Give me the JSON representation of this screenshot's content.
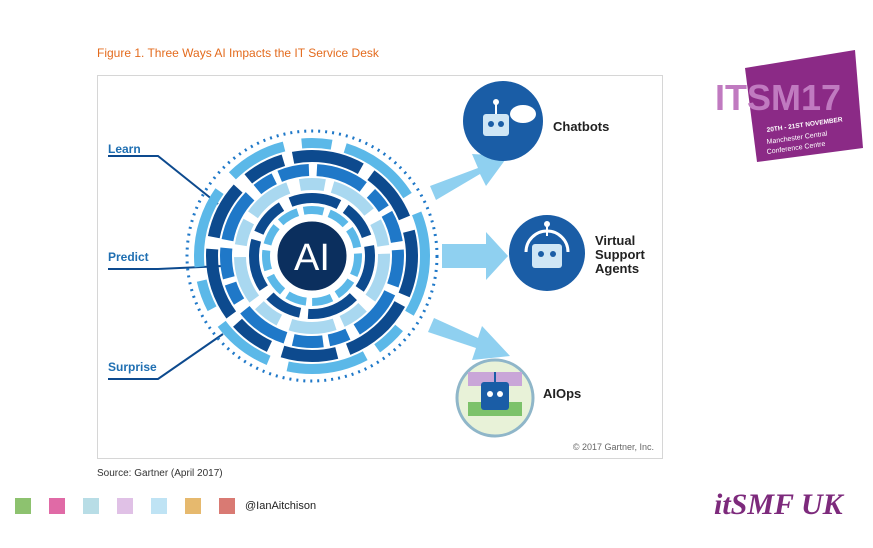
{
  "figure": {
    "title": "Figure 1. Three Ways AI Impacts the IT Service Desk",
    "center_label": "AI",
    "side_labels": [
      "Learn",
      "Predict",
      "Surprise"
    ],
    "outcomes": [
      {
        "label_lines": [
          "Chatbots"
        ],
        "icon": "chatbot-robot-icon"
      },
      {
        "label_lines": [
          "Virtual",
          "Support",
          "Agents"
        ],
        "icon": "headset-robot-icon"
      },
      {
        "label_lines": [
          "AIOps"
        ],
        "icon": "aiops-robot-icon"
      }
    ],
    "copyright": "© 2017 Gartner, Inc.",
    "source": "Source: Gartner (April 2017)"
  },
  "event_logo": {
    "name": "ITSM17",
    "dates": "20TH - 21ST NOVEMBER",
    "venue_line1": "Manchester Central",
    "venue_line2": "Conference Centre",
    "color": "#8b2a86"
  },
  "footer": {
    "swatch_colors": [
      "#8dc26f",
      "#e06aa6",
      "#b8dde6",
      "#e0c1e6",
      "#bfe3f4",
      "#e6b96e",
      "#d97a73"
    ],
    "handle": "@IanAitchison",
    "brand_prefix": "it",
    "brand_suffix": "SMF UK"
  },
  "colors": {
    "dark_blue": "#0d4a8e",
    "mid_blue": "#1f78c8",
    "light_blue": "#5bb8e8",
    "pale_blue": "#a9d8f0",
    "arrow": "#8fd0f0",
    "title_orange": "#e36b1e"
  }
}
